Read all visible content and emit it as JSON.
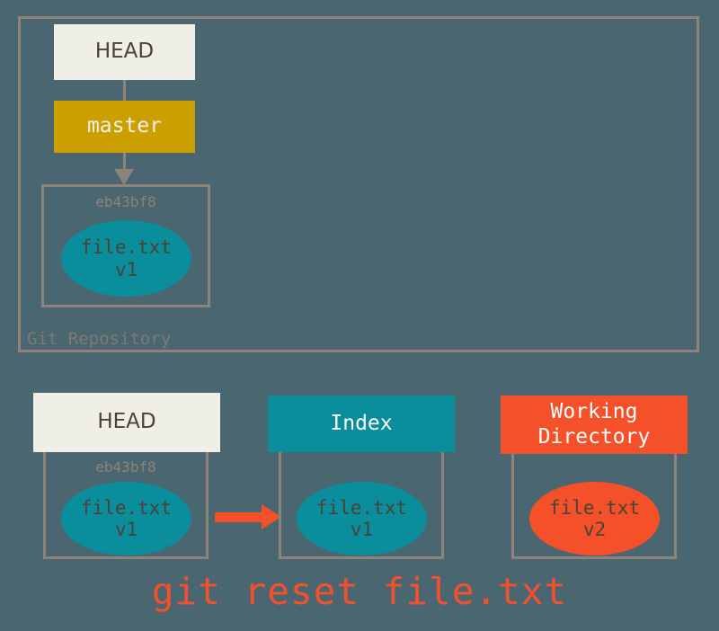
{
  "diagram": {
    "title": "git reset file.txt",
    "background_color": "#4a6670",
    "repository": {
      "label": "Git Repository",
      "head": {
        "label": "HEAD",
        "color": "#efeee7"
      },
      "branch": {
        "label": "master",
        "color": "#cc9f00"
      },
      "commit": {
        "hash": "eb43bf8",
        "blob": {
          "filename": "file.txt",
          "version": "v1",
          "color": "#0a8e9c"
        }
      }
    },
    "areas": [
      {
        "id": "head",
        "label": "HEAD",
        "header_color": "#efeee7",
        "hash": "eb43bf8",
        "blob": {
          "filename": "file.txt",
          "version": "v1",
          "color": "#0a8e9c"
        }
      },
      {
        "id": "index",
        "label": "Index",
        "header_color": "#0a8e9c",
        "hash": "",
        "blob": {
          "filename": "file.txt",
          "version": "v1",
          "color": "#0a8e9c"
        }
      },
      {
        "id": "working-directory",
        "label_line1": "Working",
        "label_line2": "Directory",
        "header_color": "#f4502a",
        "hash": "",
        "blob": {
          "filename": "file.txt",
          "version": "v2",
          "color": "#f4502a"
        }
      }
    ],
    "flow_arrow": {
      "from": "head",
      "to": "index",
      "color": "#f4502a"
    },
    "colors": {
      "background": "#4a6670",
      "border": "#8d8378",
      "teal": "#0a8e9c",
      "orange": "#f4502a",
      "gold": "#cc9f00",
      "cream": "#efeee7",
      "text_dark": "#4a4238"
    }
  }
}
